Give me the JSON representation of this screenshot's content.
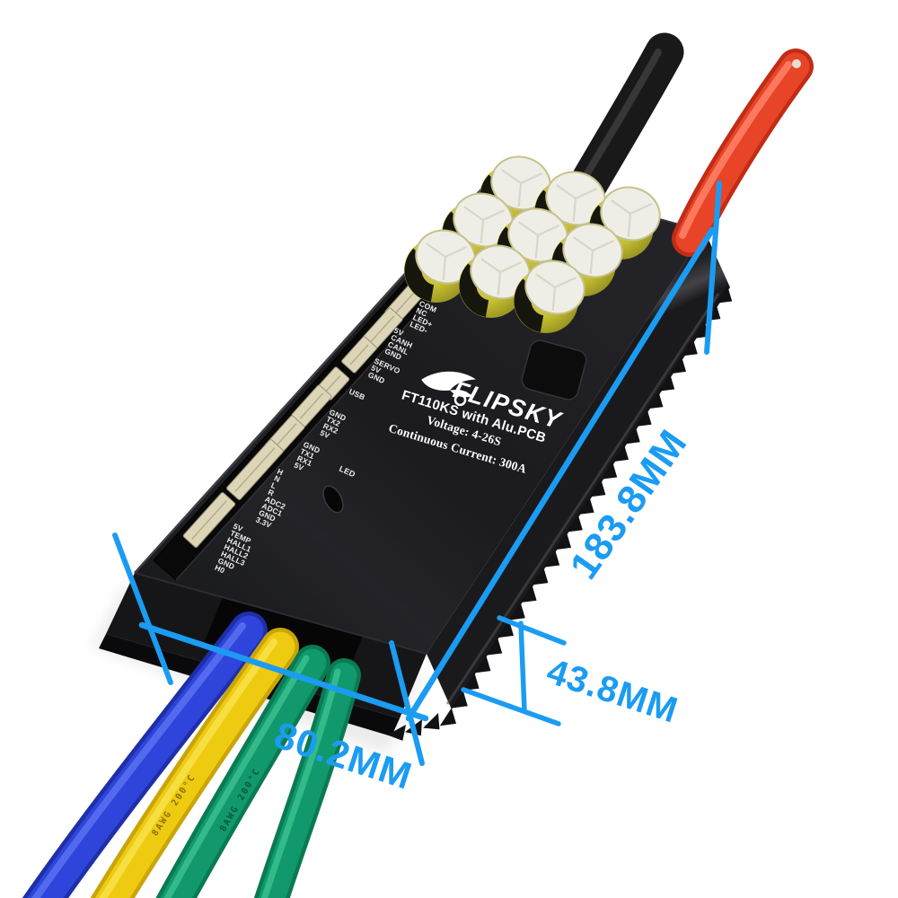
{
  "device": {
    "brand": "FLIPSKY",
    "model": "FT110KS with Alu.PCB",
    "voltage": "Voltage: 4-26S",
    "current": "Continuous Current: 300A",
    "led_label": "LED"
  },
  "ports": [
    {
      "lines": [
        "COM",
        "NC",
        "LED+",
        "LED-"
      ]
    },
    {
      "lines": [
        "5V",
        "CANH",
        "CANL",
        "GND"
      ]
    },
    {
      "lines": [
        "SERVO",
        "5V",
        "GND"
      ]
    },
    {
      "lines": [
        "USB"
      ]
    },
    {
      "lines": [
        "GND",
        "TX2",
        "RX2",
        "5V"
      ]
    },
    {
      "lines": [
        "GND",
        "TX1",
        "RX1",
        "5V"
      ]
    },
    {
      "lines": [
        "H",
        "N",
        "L",
        "R",
        "ADC2",
        "ADC1",
        "GND",
        "3.3V"
      ]
    },
    {
      "lines": [
        "5V",
        "TEMP",
        "HALL1",
        "HALL2",
        "HALL3",
        "GND",
        "H0"
      ]
    }
  ],
  "dimensions": {
    "length": "183.8MM",
    "height": "43.8MM",
    "width": "80.2MM",
    "annotation_color": "#1b9cf2"
  },
  "wires": {
    "print": "8AWG 200°C",
    "phase_blue": "#2e44da",
    "phase_yellow": "#eecb10",
    "phase_green": "#11996d",
    "power_negative_black": "#191919",
    "power_positive_red": "#e2371e"
  },
  "capacitors": {
    "count": 9,
    "body_color": "#cdc52f",
    "top_color": "#efeee6"
  }
}
